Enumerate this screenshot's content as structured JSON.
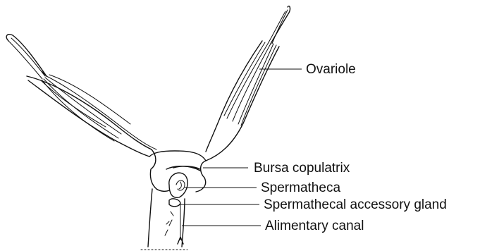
{
  "labels": {
    "ovariole": "Ovariole",
    "bursa_copulatrix": "Bursa copulatrix",
    "spermatheca": "Spermatheca",
    "spermathecal_accessory_gland": "Spermathecal accessory gland",
    "alimentary_canal": "Alimentary canal"
  },
  "colors": {
    "ink": "#111111",
    "background": "#ffffff"
  }
}
